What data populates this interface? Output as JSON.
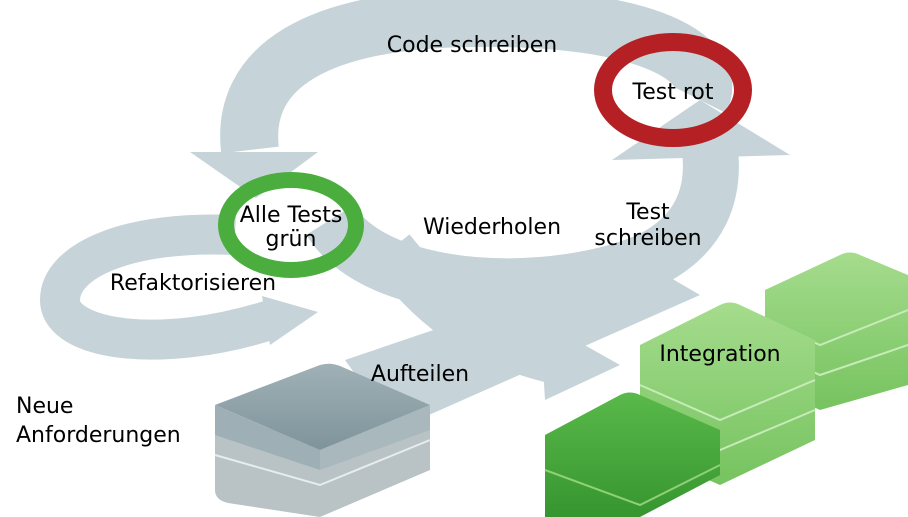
{
  "labels": {
    "code_schreiben": "Code schreiben",
    "test_rot": "Test rot",
    "alle_tests_line1": "Alle Tests",
    "alle_tests_line2": "grün",
    "wiederholen": "Wiederholen",
    "test_schreiben_line1": "Test",
    "test_schreiben_line2": "schreiben",
    "refaktorisieren": "Refaktorisieren",
    "aufteilen": "Aufteilen",
    "integration": "Integration",
    "neue_anforderungen_line1": "Neue",
    "neue_anforderungen_line2": "Anforderungen"
  },
  "colors": {
    "arrow": "#c6d4d9",
    "ring_red": "#b52025",
    "ring_green": "#4aad3d",
    "block_gray_top": "#8fa3a9",
    "block_gray_side": "#b9c2c5",
    "block_green_dark": "#3fa83a",
    "block_green_light": "#8fd078"
  },
  "icons": {
    "main_cycle_arrow": "circular-arrow-icon",
    "refactor_arrow": "loop-arrow-icon",
    "split_arrow": "arrow-icon",
    "requirements_block": "stacked-block-icon",
    "integration_blocks": "stacked-block-icon"
  }
}
